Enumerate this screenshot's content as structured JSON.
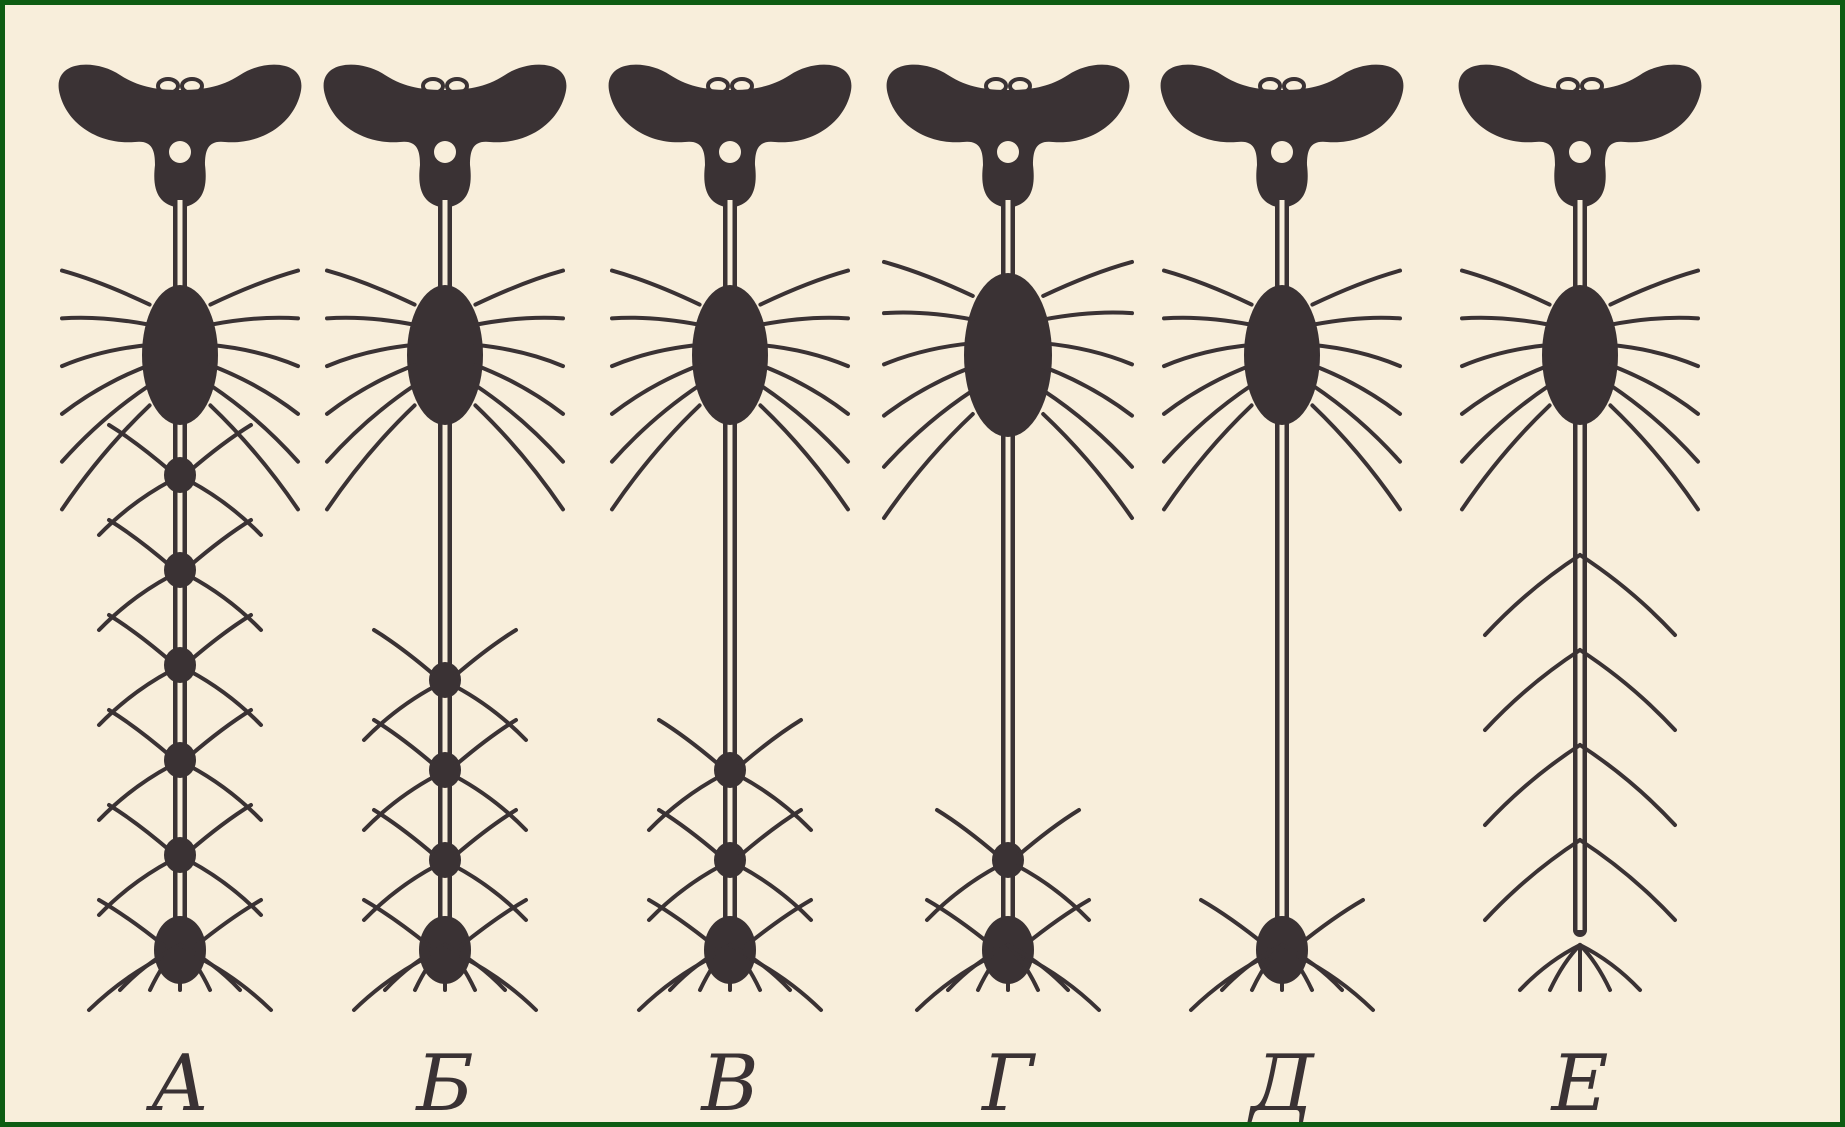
{
  "figure": {
    "background_color": "#f8eedb",
    "frame_color": "#0d5c12",
    "ink_color": "#3a3234",
    "panels": [
      {
        "label": "А",
        "ganglia_below_thorax": 6,
        "spacing": "even"
      },
      {
        "label": "Б",
        "ganglia_below_thorax": 4,
        "spacing": "posterior"
      },
      {
        "label": "В",
        "ganglia_below_thorax": 3,
        "spacing": "posterior"
      },
      {
        "label": "Г",
        "ganglia_below_thorax": 2,
        "spacing": "posterior"
      },
      {
        "label": "Д",
        "ganglia_below_thorax": 1,
        "spacing": "posterior"
      },
      {
        "label": "Е",
        "ganglia_below_thorax": 0,
        "spacing": "none"
      }
    ]
  }
}
